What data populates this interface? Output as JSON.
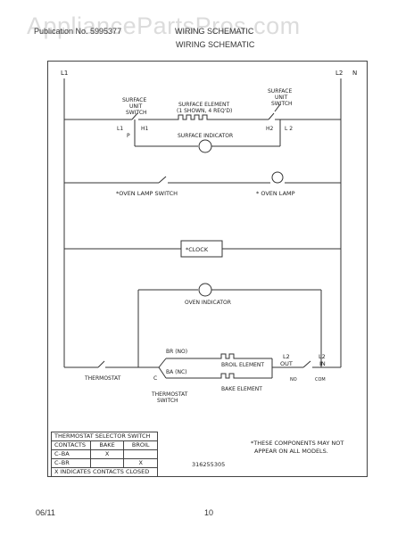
{
  "header": {
    "left": "Publication No. 5995377",
    "right": "WIRING SCHEMATIC",
    "sheet": "WIRING SCHEMATIC"
  },
  "watermark": "AppliancePartsPros.com",
  "rails": {
    "l1": "L1",
    "l2": "L2",
    "n": "N"
  },
  "surface": {
    "left_switch": [
      "SURFACE",
      "UNIT",
      "SWITCH"
    ],
    "right_switch": [
      "SURFACE",
      "UNIT",
      "SWITCH"
    ],
    "element": [
      "SURFACE ELEMENT",
      "(1 SHOWN, 4 REQ'D)"
    ],
    "indicator": "SURFACE INDICATOR",
    "term_l1": "L1",
    "term_p": "P",
    "term_h1": "H1",
    "term_h2": "H2",
    "term_l2": "L 2"
  },
  "oven_lamp": {
    "switch": "*OVEN LAMP SWITCH",
    "lamp": "* OVEN LAMP"
  },
  "clock": "*CLOCK",
  "oven_indicator": "OVEN INDICATOR",
  "bottom": {
    "br_nc": "BR (NO)",
    "ba_nc": "BA (NC)",
    "c": "C",
    "broil": "BROIL ELEMENT",
    "bake": "BAKE ELEMENT",
    "thermostat": "THERMOSTAT",
    "thermostat_switch": [
      "THERMOSTAT",
      "SWITCH"
    ],
    "l2out": [
      "L2",
      "OUT"
    ],
    "l2in": [
      "L2",
      "IN"
    ],
    "no": "NO",
    "com": "COM"
  },
  "selector_table": {
    "title": "THERMOSTAT SELECTOR SWITCH",
    "headers": [
      "CONTACTS",
      "BAKE",
      "BROIL"
    ],
    "rows": [
      [
        "C–BA",
        "X",
        ""
      ],
      [
        "C–BR",
        "",
        "X"
      ]
    ],
    "note": "X  INDICATES CONTACTS CLOSED"
  },
  "footnote": [
    "*THESE COMPONENTS MAY NOT",
    "APPEAR ON ALL MODELS."
  ],
  "part_number": "316255305",
  "footer": {
    "date": "06/11",
    "page": "10"
  }
}
